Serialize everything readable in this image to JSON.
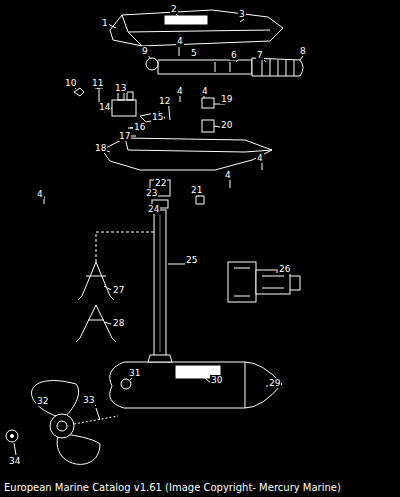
{
  "diagram": {
    "caption": "European Marine Catalog v1.61 (Image Copyright- Mercury Marine)",
    "labels": [
      "2",
      "3",
      "1",
      "4",
      "9",
      "5",
      "6",
      "7",
      "8",
      "10",
      "11",
      "13",
      "4",
      "4",
      "12",
      "19",
      "14",
      "15",
      "20",
      "16",
      "17",
      "18",
      "4",
      "4",
      "22",
      "21",
      "4",
      "23",
      "24",
      "25",
      "26",
      "27",
      "28",
      "31",
      "30",
      "29",
      "33",
      "32",
      "34"
    ]
  }
}
